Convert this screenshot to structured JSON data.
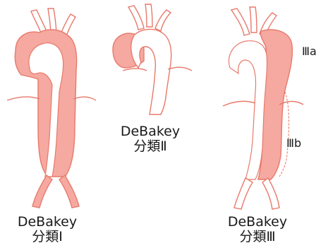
{
  "figure": {
    "panels": [
      {
        "id": "type1",
        "name_line1": "DeBakey",
        "name_line2": "分類Ⅰ"
      },
      {
        "id": "type2",
        "name_line1": "DeBakey",
        "name_line2": "分類Ⅱ"
      },
      {
        "id": "type3",
        "name_line1": "DeBakey",
        "name_line2": "分類Ⅲ",
        "subtype_a": "Ⅲa",
        "subtype_b": "Ⅲb"
      }
    ]
  },
  "colors": {
    "outline": "#e8796b",
    "dissection_fill": "#f5a9a0",
    "lumen": "#ffffff",
    "text": "#1a1a1a"
  }
}
